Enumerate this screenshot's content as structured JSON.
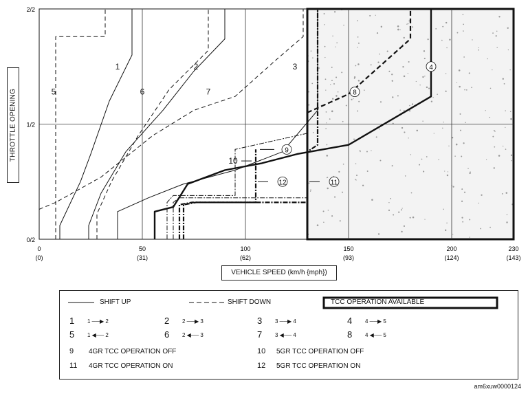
{
  "chart_data": {
    "type": "line",
    "xlabel": "VEHICLE SPEED (km/h {mph})",
    "ylabel": "THROTTLE OPENING",
    "xlim": [
      0,
      230
    ],
    "ylim": [
      0,
      1
    ],
    "x_ticks": [
      {
        "value": 0,
        "label": "0",
        "sub": "(0)"
      },
      {
        "value": 50,
        "label": "50",
        "sub": "(31)"
      },
      {
        "value": 100,
        "label": "100",
        "sub": "(62)"
      },
      {
        "value": 150,
        "label": "150",
        "sub": "(93)"
      },
      {
        "value": 200,
        "label": "200",
        "sub": "(124)"
      },
      {
        "value": 230,
        "label": "230",
        "sub": "(143)"
      }
    ],
    "y_ticks": [
      {
        "value": 0,
        "label": "0/2"
      },
      {
        "value": 0.5,
        "label": "1/2"
      },
      {
        "value": 1,
        "label": "2/2"
      }
    ],
    "series": [
      {
        "id": "1",
        "style": "solid",
        "points": [
          [
            10,
            0
          ],
          [
            10,
            0.06
          ],
          [
            20,
            0.25
          ],
          [
            25,
            0.37
          ],
          [
            34,
            0.6
          ],
          [
            45,
            0.8
          ],
          [
            45,
            1
          ]
        ]
      },
      {
        "id": "2",
        "style": "solid",
        "points": [
          [
            24,
            0
          ],
          [
            24,
            0.06
          ],
          [
            30,
            0.2
          ],
          [
            42,
            0.38
          ],
          [
            60,
            0.56
          ],
          [
            75,
            0.73
          ],
          [
            90,
            0.87
          ],
          [
            90,
            1
          ]
        ]
      },
      {
        "id": "3",
        "style": "solid",
        "points": [
          [
            38,
            0
          ],
          [
            38,
            0.12
          ],
          [
            53,
            0.18
          ],
          [
            70,
            0.24
          ],
          [
            95,
            0.3
          ],
          [
            118,
            0.38
          ],
          [
            135,
            0.56
          ],
          [
            135,
            1
          ]
        ]
      },
      {
        "id": "4",
        "style": "thick",
        "points": [
          [
            56,
            0
          ],
          [
            56,
            0.12
          ],
          [
            65,
            0.14
          ],
          [
            72,
            0.24
          ],
          [
            90,
            0.3
          ],
          [
            108,
            0.33
          ],
          [
            125,
            0.37
          ],
          [
            150,
            0.41
          ],
          [
            190,
            0.62
          ],
          [
            190,
            1
          ]
        ]
      },
      {
        "id": "5",
        "style": "dashed",
        "points": [
          [
            8,
            0
          ],
          [
            8,
            0.88
          ],
          [
            32,
            0.88
          ],
          [
            32,
            1
          ]
        ]
      },
      {
        "id": "6",
        "style": "dashed",
        "points": [
          [
            28,
            0
          ],
          [
            28,
            0.11
          ],
          [
            35,
            0.25
          ],
          [
            48,
            0.45
          ],
          [
            63,
            0.65
          ],
          [
            82,
            0.82
          ],
          [
            82,
            1
          ]
        ]
      },
      {
        "id": "7",
        "style": "dashed",
        "points": [
          [
            0,
            0.13
          ],
          [
            8,
            0.16
          ],
          [
            30,
            0.27
          ],
          [
            55,
            0.45
          ],
          [
            75,
            0.56
          ],
          [
            95,
            0.62
          ],
          [
            115,
            0.78
          ],
          [
            128,
            0.88
          ],
          [
            128,
            1
          ]
        ]
      },
      {
        "id": "8",
        "style": "dashed-thick",
        "points": [
          [
            130,
            0.55
          ],
          [
            150,
            0.63
          ],
          [
            180,
            0.87
          ],
          [
            180,
            1
          ]
        ]
      },
      {
        "id": "9",
        "style": "dashdot",
        "points": [
          [
            65,
            0
          ],
          [
            65,
            0.16
          ],
          [
            68,
            0.18
          ],
          [
            130,
            0.18
          ],
          [
            130,
            0.46
          ]
        ]
      },
      {
        "id": "10",
        "style": "dashdot",
        "points": [
          [
            62,
            0
          ],
          [
            62,
            0.16
          ],
          [
            65,
            0.19
          ],
          [
            95,
            0.19
          ],
          [
            95,
            0.39
          ],
          [
            130,
            0.46
          ],
          [
            130,
            1
          ]
        ]
      },
      {
        "id": "11",
        "style": "dashdot-thick",
        "points": [
          [
            70,
            0
          ],
          [
            70,
            0.15
          ],
          [
            76,
            0.16
          ],
          [
            130,
            0.16
          ],
          [
            130,
            0.38
          ],
          [
            135,
            0.41
          ],
          [
            135,
            1
          ]
        ]
      },
      {
        "id": "12",
        "style": "dashdot-thick",
        "points": [
          [
            68,
            0
          ],
          [
            68,
            0.15
          ],
          [
            74,
            0.16
          ],
          [
            105,
            0.16
          ],
          [
            105,
            0.39
          ]
        ]
      }
    ],
    "labels": [
      {
        "text": "1",
        "x": 38,
        "y": 0.75
      },
      {
        "text": "2",
        "x": 76,
        "y": 0.75
      },
      {
        "text": "3",
        "x": 124,
        "y": 0.75
      },
      {
        "text": "4",
        "x": 190,
        "y": 0.75,
        "circled": true
      },
      {
        "text": "5",
        "x": 7,
        "y": 0.64
      },
      {
        "text": "6",
        "x": 50,
        "y": 0.64
      },
      {
        "text": "7",
        "x": 82,
        "y": 0.64
      },
      {
        "text": "8",
        "x": 153,
        "y": 0.64,
        "circled": true
      },
      {
        "text": "9",
        "x": 120,
        "y": 0.39,
        "circled": true
      },
      {
        "text": "10",
        "x": 94,
        "y": 0.34
      },
      {
        "text": "11",
        "x": 143,
        "y": 0.25,
        "circled": true
      },
      {
        "text": "12",
        "x": 118,
        "y": 0.25,
        "circled": true
      }
    ],
    "tcc_region": {
      "x_from": 130,
      "x_to": 230,
      "y_from": 0,
      "y_to": 1
    }
  },
  "legend": {
    "shift_up": "SHIFT UP",
    "shift_down": "SHIFT DOWN",
    "tcc": "TCC OPERATION AVAILABLE",
    "items": [
      {
        "num": "1",
        "from": "1",
        "to": "2",
        "dir": "right"
      },
      {
        "num": "2",
        "from": "2",
        "to": "3",
        "dir": "right"
      },
      {
        "num": "3",
        "from": "3",
        "to": "4",
        "dir": "right"
      },
      {
        "num": "4",
        "from": "4",
        "to": "5",
        "dir": "right"
      },
      {
        "num": "5",
        "from": "1",
        "to": "2",
        "dir": "left"
      },
      {
        "num": "6",
        "from": "2",
        "to": "3",
        "dir": "left"
      },
      {
        "num": "7",
        "from": "3",
        "to": "4",
        "dir": "left"
      },
      {
        "num": "8",
        "from": "4",
        "to": "5",
        "dir": "left"
      }
    ],
    "notes": [
      {
        "num": "9",
        "text": "4GR TCC OPERATION OFF"
      },
      {
        "num": "10",
        "text": "5GR TCC OPERATION OFF"
      },
      {
        "num": "11",
        "text": "4GR TCC OPERATION ON"
      },
      {
        "num": "12",
        "text": "5GR TCC OPERATION ON"
      }
    ]
  },
  "footer": "am6xuw0000124"
}
